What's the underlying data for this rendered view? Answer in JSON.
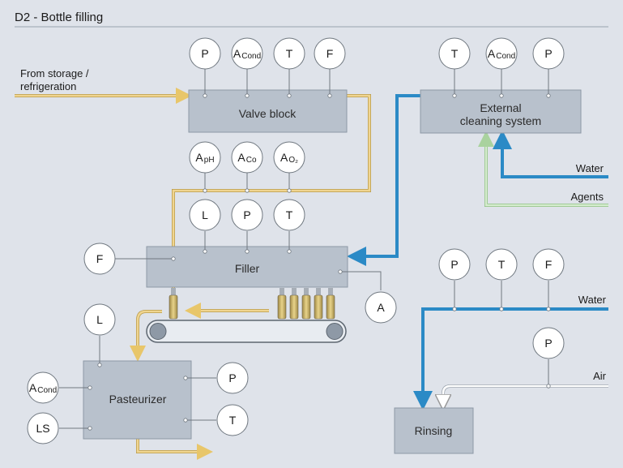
{
  "title": "D2 - Bottle filling",
  "inputs": {
    "from_storage": [
      "From storage /",
      "refrigeration"
    ],
    "water_cleaning": "Water",
    "agents": "Agents",
    "water_rinsing": "Water",
    "air": "Air"
  },
  "units": {
    "valve_block": "Valve block",
    "external_cleaning": [
      "External",
      "cleaning system"
    ],
    "filler": "Filler",
    "pasteurizer": "Pasteurizer",
    "rinsing": "Rinsing"
  },
  "instruments": {
    "valve_p": {
      "sym": "P",
      "sub": ""
    },
    "valve_acond": {
      "sym": "A",
      "sub": "Cond"
    },
    "valve_t": {
      "sym": "T",
      "sub": ""
    },
    "valve_f": {
      "sym": "F",
      "sub": ""
    },
    "ext_t": {
      "sym": "T",
      "sub": ""
    },
    "ext_acond": {
      "sym": "A",
      "sub": "Cond"
    },
    "ext_p": {
      "sym": "P",
      "sub": ""
    },
    "line_aph": {
      "sym": "A",
      "sub": "pH"
    },
    "line_aco": {
      "sym": "A",
      "sub": "Co"
    },
    "line_ao2": {
      "sym": "A",
      "sub": "O₂"
    },
    "filler_l": {
      "sym": "L",
      "sub": ""
    },
    "filler_p": {
      "sym": "P",
      "sub": ""
    },
    "filler_t": {
      "sym": "T",
      "sub": ""
    },
    "filler_f": {
      "sym": "F",
      "sub": ""
    },
    "filler_a": {
      "sym": "A",
      "sub": ""
    },
    "rinse_p": {
      "sym": "P",
      "sub": ""
    },
    "rinse_t": {
      "sym": "T",
      "sub": ""
    },
    "rinse_f": {
      "sym": "F",
      "sub": ""
    },
    "air_p": {
      "sym": "P",
      "sub": ""
    },
    "past_l": {
      "sym": "L",
      "sub": ""
    },
    "past_acond": {
      "sym": "A",
      "sub": "Cond"
    },
    "past_ls": {
      "sym": "LS",
      "sub": ""
    },
    "past_p": {
      "sym": "P",
      "sub": ""
    },
    "past_t": {
      "sym": "T",
      "sub": ""
    }
  },
  "colors": {
    "background": "#dfe3ea",
    "unit_box": "#b8c1cc",
    "product_line": "#f0d590",
    "water_line": "#2b8ac6",
    "agents_line": "#bfe0b6",
    "air_line": "#ffffff"
  }
}
